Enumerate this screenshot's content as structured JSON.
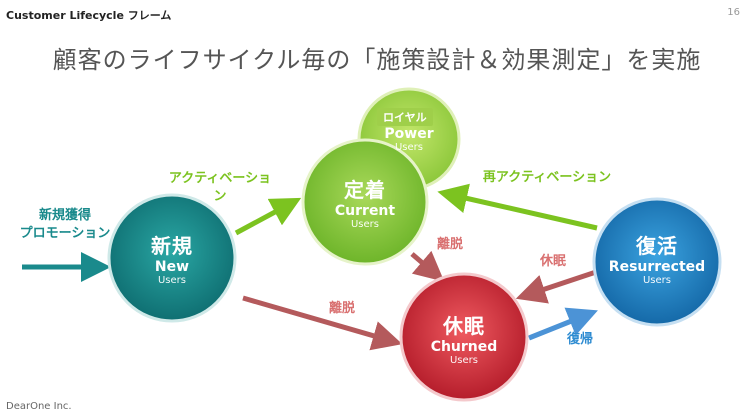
{
  "header": {
    "label": "Customer Lifecycle フレーム",
    "page_number": "16"
  },
  "title": "顧客のライフサイクル毎の「施策設計＆効果測定」を実施",
  "footer": "DearOne Inc.",
  "nodes": {
    "new": {
      "jp": "新規",
      "en": "New",
      "sub": "Users",
      "color": "#1a8a8c"
    },
    "current": {
      "jp": "定着",
      "en": "Current",
      "sub": "Users",
      "color": "#8cc63f"
    },
    "loyal": {
      "jp": "ロイヤル",
      "en": "Power",
      "sub": "Users",
      "color": "#9fd12f"
    },
    "churned": {
      "jp": "休眠",
      "en": "Churned",
      "sub": "Users",
      "color": "#d9333e"
    },
    "resurrected": {
      "jp": "復活",
      "en": "Resurrected",
      "sub": "Users",
      "color": "#1f86c8"
    }
  },
  "edges": {
    "new_promotion": "新規獲得\nプロモーション",
    "activation": "アクティベーショ\nン",
    "reactivation": "再アクティベーション",
    "churn_from_current": "離脱",
    "churn_from_new": "離脱",
    "dormant": "休眠",
    "return": "復帰"
  }
}
